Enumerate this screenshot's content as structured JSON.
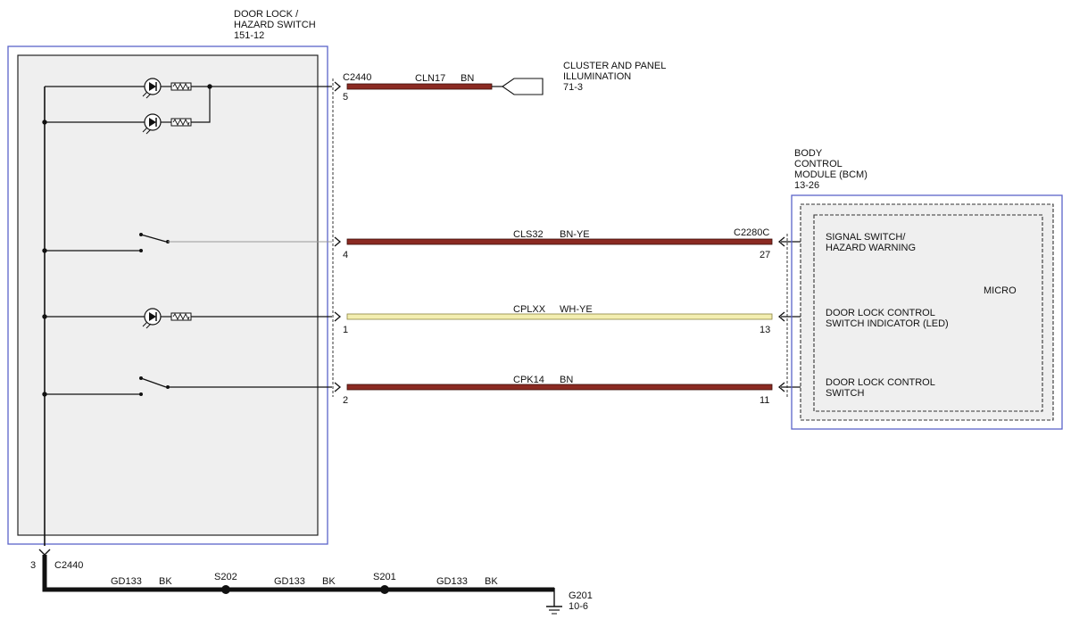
{
  "switch_module": {
    "title_line1": "DOOR LOCK /",
    "title_line2": "HAZARD SWITCH",
    "ref": "151-12"
  },
  "cluster": {
    "line1": "CLUSTER AND PANEL",
    "line2": "ILLUMINATION",
    "ref": "71-3"
  },
  "bcm": {
    "line1": "BODY",
    "line2": "CONTROL",
    "line3": "MODULE (BCM)",
    "ref": "13-26",
    "micro": "MICRO",
    "connector": "C2280C"
  },
  "connector_top": "C2440",
  "wires": [
    {
      "circuit": "CLN17",
      "color": "BN",
      "pin_left": "5",
      "pin_right": ""
    },
    {
      "circuit": "CLS32",
      "color": "BN-YE",
      "pin_left": "4",
      "pin_right": "27"
    },
    {
      "circuit": "CPLXX",
      "color": "WH-YE",
      "pin_left": "1",
      "pin_right": "13"
    },
    {
      "circuit": "CPK14",
      "color": "BN",
      "pin_left": "2",
      "pin_right": "11"
    }
  ],
  "bcm_inputs": [
    {
      "line1": "SIGNAL SWITCH/",
      "line2": "HAZARD WARNING"
    },
    {
      "line1": "DOOR LOCK CONTROL",
      "line2": "SWITCH INDICATOR (LED)"
    },
    {
      "line1": "DOOR LOCK CONTROL",
      "line2": "SWITCH"
    }
  ],
  "ground": {
    "pin": "3",
    "connector": "C2440",
    "segments": [
      {
        "circuit": "GD133",
        "color": "BK"
      },
      {
        "circuit": "GD133",
        "color": "BK"
      },
      {
        "circuit": "GD133",
        "color": "BK"
      }
    ],
    "splices": [
      "S202",
      "S201"
    ],
    "ground_id": "G201",
    "ground_ref": "10-6"
  },
  "colors": {
    "brown_wire": "#8b2a22",
    "white_yellow_wire": "#f3eeb0",
    "module_border": "#5b63c9",
    "module_fill": "#efefef"
  }
}
